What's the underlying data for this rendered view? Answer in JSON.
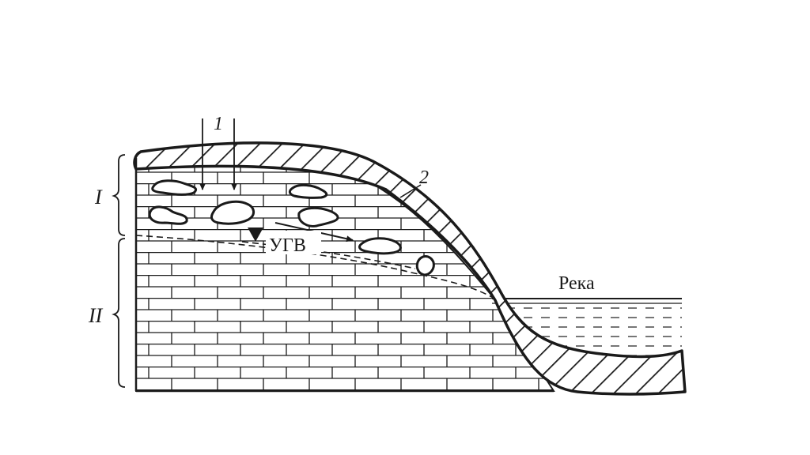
{
  "labels": {
    "zone_upper": "I",
    "zone_lower": "II",
    "infiltration_marker": "1",
    "cover_marker": "2",
    "groundwater_level": "УГВ",
    "river": "Река"
  },
  "colors": {
    "ink": "#1a1a1a",
    "paper": "#ffffff"
  }
}
